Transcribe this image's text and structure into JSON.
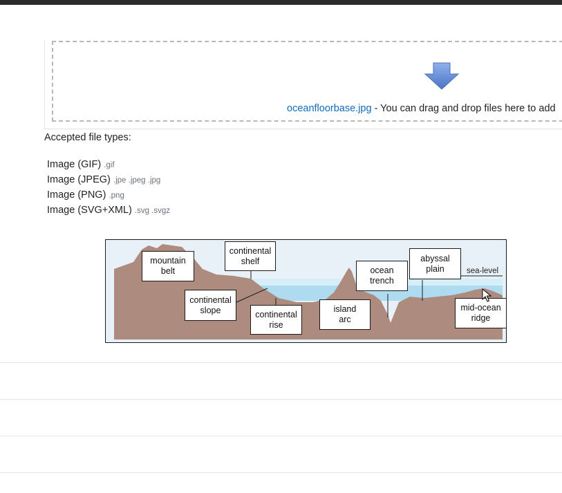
{
  "file_picker": {
    "filename": "oceanfloorbase.jpg",
    "drop_hint": " - You can drag and drop files here to add"
  },
  "accepted": {
    "title": "Accepted file types:",
    "types": [
      {
        "label": "Image (GIF)",
        "ext": ".gif"
      },
      {
        "label": "Image (JPEG)",
        "ext": ".jpe .jpeg .jpg"
      },
      {
        "label": "Image (PNG)",
        "ext": ".png"
      },
      {
        "label": "Image (SVG+XML)",
        "ext": ".svg .svgz"
      }
    ]
  },
  "diagram": {
    "sea_level": "sea-level",
    "labels": {
      "mountain_belt": "mountain belt",
      "continental_shelf": "continental shelf",
      "continental_slope": "continental slope",
      "continental_rise": "continental rise",
      "island_arc": "island arc",
      "ocean_trench": "ocean trench",
      "abyssal_plain": "abyssal plain",
      "mid_ocean_ridge": "mid-ocean ridge"
    }
  },
  "colors": {
    "link": "#0f6cbf",
    "arrow": "#5b86d6",
    "land": "#ad8b7e",
    "water": "#aedbf0",
    "sky": "#e9f1f8"
  },
  "icons": {
    "drop_arrow": "down-arrow-icon",
    "cursor": "mouse-cursor-icon"
  }
}
